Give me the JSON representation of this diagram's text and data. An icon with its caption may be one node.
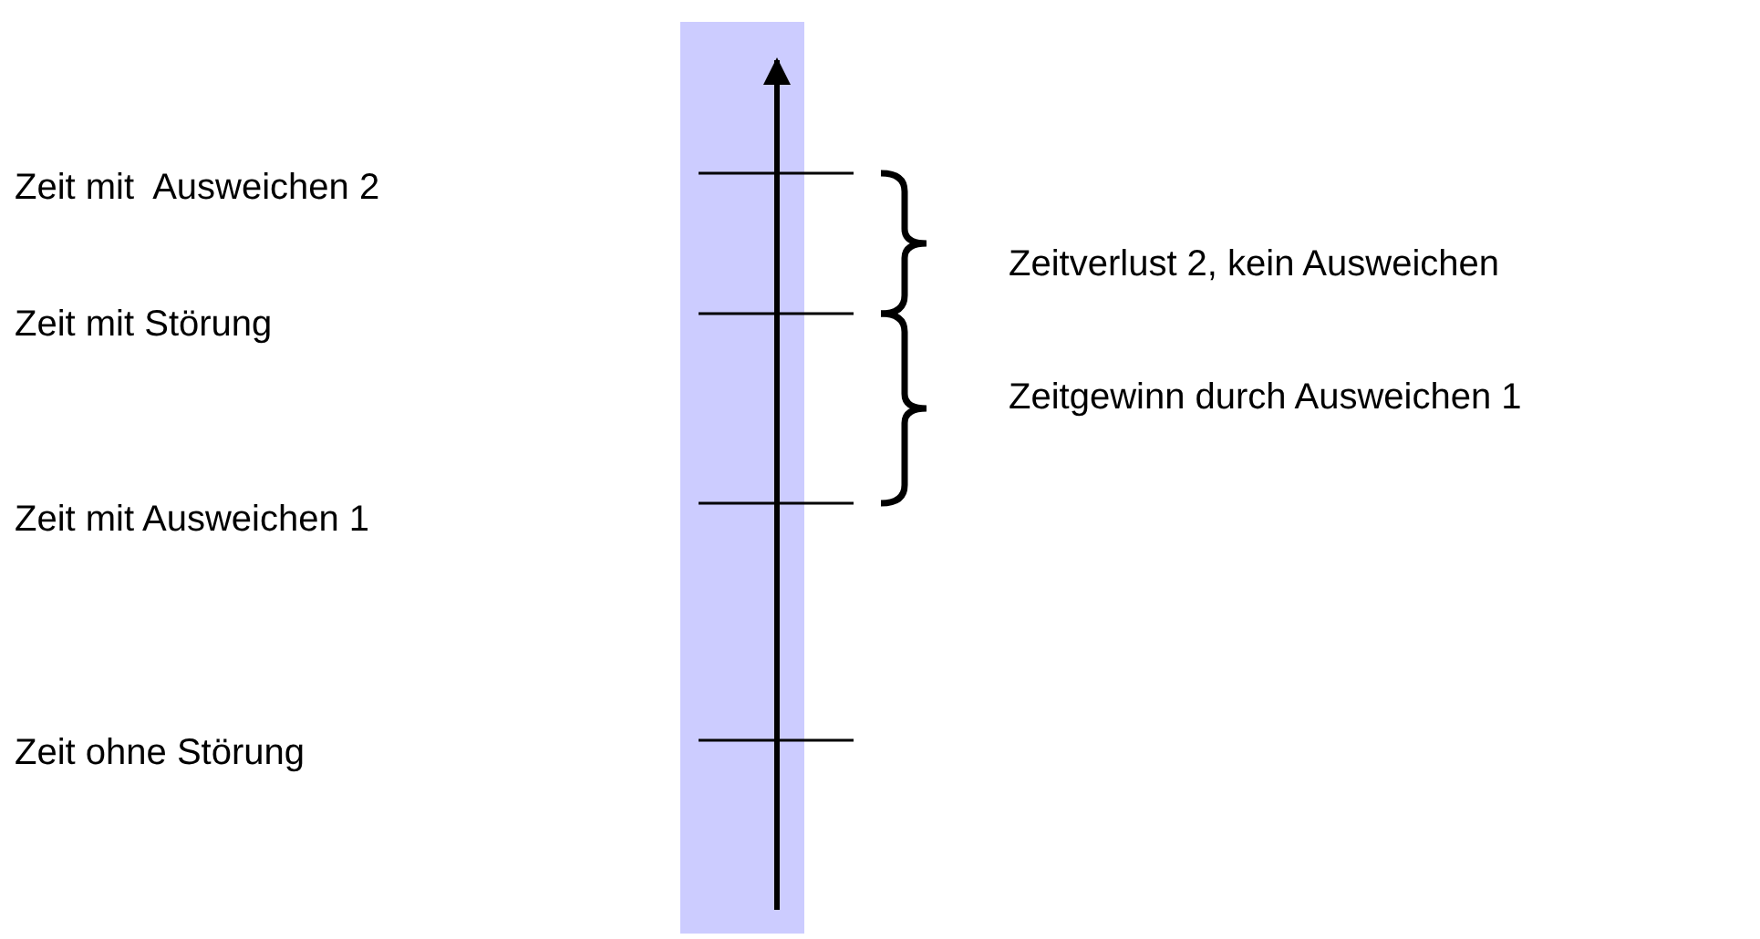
{
  "diagram": {
    "labels": [
      "Zeit mit  Ausweichen 2",
      "Zeitverlust 2, kein Ausweichen",
      "Zeit mit Störung",
      "Zeitgewinn durch Ausweichen 1",
      "Zeit mit Ausweichen 1",
      "Zeit ohne Störung"
    ]
  }
}
